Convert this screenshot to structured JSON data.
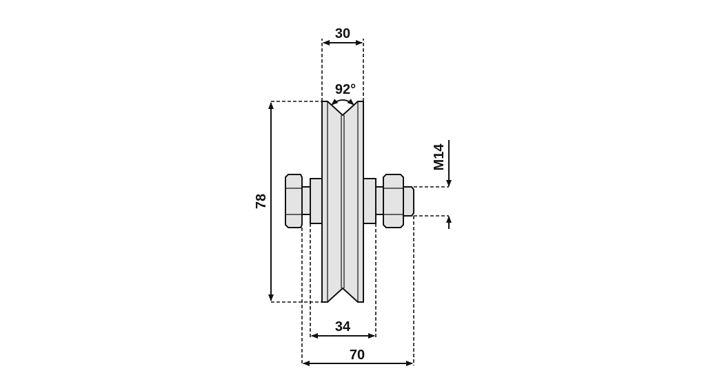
{
  "drawing": {
    "dimensions": {
      "groove_width": "30",
      "groove_angle": "92°",
      "wheel_diameter": "78",
      "thread": "M14",
      "hub_width": "34",
      "total_width": "70"
    },
    "colors": {
      "line": "#111111",
      "part_fill": "#e4e4e4"
    }
  }
}
